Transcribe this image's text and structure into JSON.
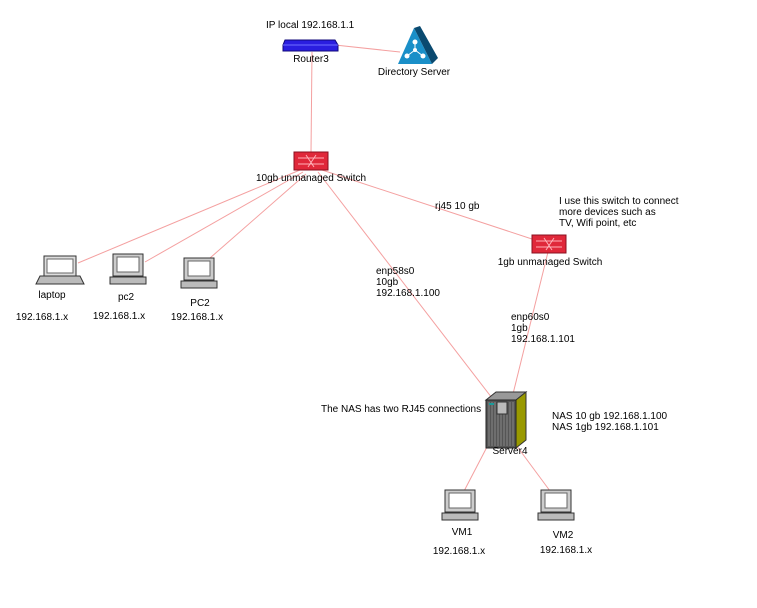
{
  "nodes": {
    "router": {
      "label": "Router3",
      "note": "IP local 192.168.1.1"
    },
    "directory": {
      "label": "Directory Server"
    },
    "switch10": {
      "label": "10gb unmanaged Switch"
    },
    "switch1": {
      "label": "1gb unmanaged Switch",
      "note": [
        "I use this switch to connect",
        "more devices such as",
        "TV, Wifi point, etc"
      ]
    },
    "laptop": {
      "label": "laptop",
      "ip": "192.168.1.x"
    },
    "pc2a": {
      "label": "pc2",
      "ip": "192.168.1.x"
    },
    "pc2b": {
      "label": "PC2",
      "ip": "192.168.1.x"
    },
    "server": {
      "label": "Server4",
      "note": "The NAS has two RJ45 connections",
      "ips": [
        "NAS 10 gb 192.168.1.100",
        "NAS 1gb 192.168.1.101"
      ]
    },
    "vm1": {
      "label": "VM1",
      "ip": "192.168.1.x"
    },
    "vm2": {
      "label": "VM2",
      "ip": "192.168.1.x"
    }
  },
  "links": {
    "sw10_sw1": "rj45 10 gb",
    "sw10_server": [
      "enp58s0",
      "10gb",
      "192.168.1.100"
    ],
    "sw1_server": [
      "enp60s0",
      "1gb",
      "192.168.1.101"
    ]
  },
  "colors": {
    "link": "#f4a0a0",
    "router": "#2a1ee0",
    "switch": "#e0283a",
    "directory": "#1a8fc8"
  }
}
